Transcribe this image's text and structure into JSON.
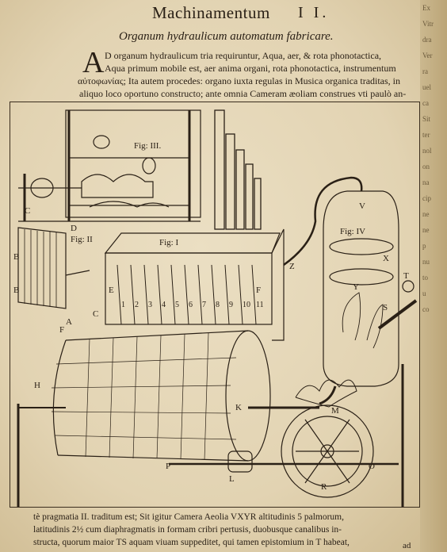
{
  "header": {
    "title": "Machinamentum",
    "number": "I I."
  },
  "section_title": "Organum hydraulicum automatum fabricare.",
  "intro": {
    "dropcap": "A",
    "lines": [
      "D organum hydraulicum tria requiruntur, Aqua, aer, & rota phonotactica,",
      "Aqua primum mobile est, aer anima organi, rota phonotactica, instrumentum",
      "αὐτοφωνίας; Ita autem procedes: organo iuxta regulas in Musica organica traditas, in",
      "aliquo loco oportuno constructo; ante omnia Cameram æoliam construes vti paulò an-"
    ]
  },
  "plate": {
    "fig_labels": [
      "Fig: III.",
      "Fig: II",
      "Fig: I",
      "Fig: IV"
    ],
    "letters": [
      "A",
      "B",
      "B",
      "C",
      "C",
      "D",
      "E",
      "F",
      "F",
      "H",
      "K",
      "L",
      "M",
      "O",
      "P",
      "R",
      "S",
      "T",
      "V",
      "X",
      "Y",
      "Z"
    ],
    "key_numbers": [
      "1",
      "2",
      "3",
      "4",
      "5",
      "6",
      "7",
      "8",
      "9",
      "10",
      "11"
    ]
  },
  "footer": {
    "lines": [
      "tè pragmatia II. traditum est; Sit igitur Camera Aeolia VXYR altitudinis 5 palmorum,",
      "latitudinis 2½ cum diaphragmatis in formam cribri pertusis, duobusque canalibus in-",
      "structa, quorum maior TS aquam viuam suppeditet, qui tamen epistomium in T habeat,"
    ],
    "catchword": "ad"
  },
  "bleed_text": [
    "Ex",
    "Vitr",
    "dra",
    "Ver",
    "ra",
    "uel",
    "ca",
    "Sit",
    "ter",
    "nol",
    "on",
    "na",
    "cip",
    "ne",
    "ne",
    "p",
    "nu",
    "to",
    "u",
    "co"
  ]
}
